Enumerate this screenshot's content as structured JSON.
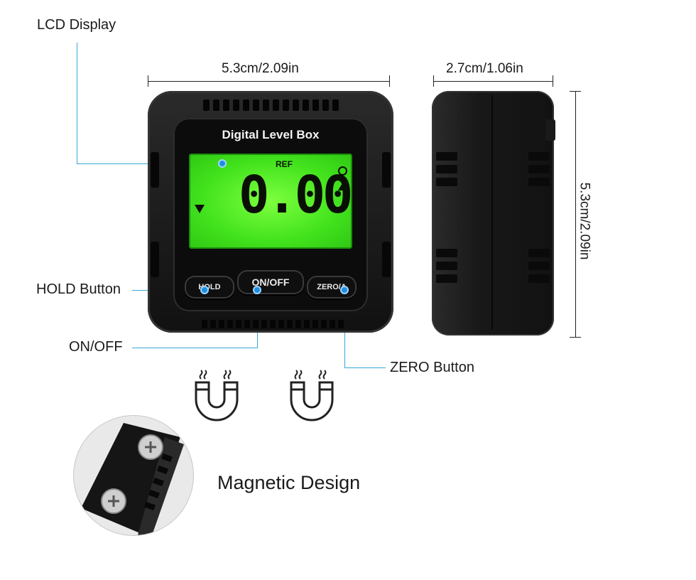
{
  "callouts": {
    "lcd_display": "LCD Display",
    "hold_button": "HOLD Button",
    "on_off": "ON/OFF",
    "zero_button": "ZERO Button",
    "magnetic_design": "Magnetic Design"
  },
  "dimensions": {
    "front_width": "5.3cm/2.09in",
    "side_depth": "2.7cm/1.06in",
    "side_height": "5.3cm/2.09in"
  },
  "device": {
    "title": "Digital Level Box",
    "lcd_ref": "REF",
    "lcd_reading": "0.00",
    "buttons": {
      "hold": "HOLD",
      "on_off": "ON/OFF",
      "zero": "ZERO/A"
    }
  },
  "colors": {
    "lcd_green": "#42e21d",
    "callout_blue": "#3aa7d8",
    "device_black": "#111111"
  },
  "icons": [
    "magnet-icon",
    "magnet-icon",
    "screw-icon"
  ]
}
